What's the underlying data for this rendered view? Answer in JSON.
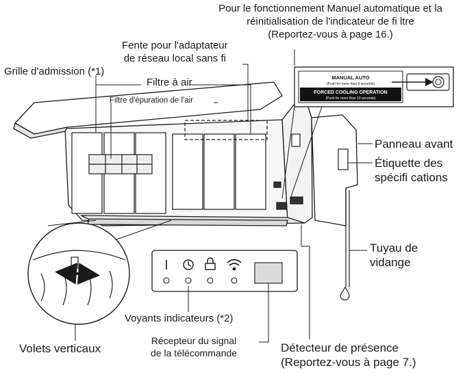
{
  "labels": {
    "manual_auto": {
      "line1": "Pour le fonctionnement Manuel automatique et la",
      "line2": "réinitialisation de l'indicateur de fi ltre",
      "line3": "(Reportez-vous à page 16.)"
    },
    "lan_slot": {
      "line1": "Fente pour l'adaptateur",
      "line2": "de réseau local sans fi"
    },
    "intake_grille": "Grille d'admission (*1)",
    "air_filter": "Filtre à air",
    "purification_filter": "Filtre d'épuration de l'air",
    "front_panel": "Panneau avant",
    "spec_label": {
      "line1": "Étiquette des",
      "line2": "spécifi cations"
    },
    "drain_hose": {
      "line1": "Tuyau de",
      "line2": "vidange"
    },
    "indicator_lamps": "Voyants indicateurs (*2)",
    "vertical_louvers": "Volets verticaux",
    "remote_receiver": {
      "line1": "Récepteur du signal",
      "line2": "de la télécommande"
    },
    "presence_sensor": {
      "line1": "Détecteur de présence",
      "line2": "(Reportez-vous à page 7.)"
    }
  },
  "button_sticker": {
    "manual_auto": "MANUAL AUTO",
    "manual_auto_note": "(Push for more than 3 seconds)",
    "forced_cooling": "FORCED COOLING OPERATION",
    "forced_cooling_note": "(Push for more than 10 seconds)"
  },
  "indicator_panel": {
    "icons": [
      "power-bar-icon",
      "timer-icon",
      "lock-icon",
      "wifi-icon"
    ]
  },
  "colors": {
    "line": "#1a1a1a",
    "unit_fill": "#ffffff",
    "unit_shade": "#e9e9e9",
    "receiver_window": "#dcdcdc",
    "sticker_dark": "#111111"
  }
}
